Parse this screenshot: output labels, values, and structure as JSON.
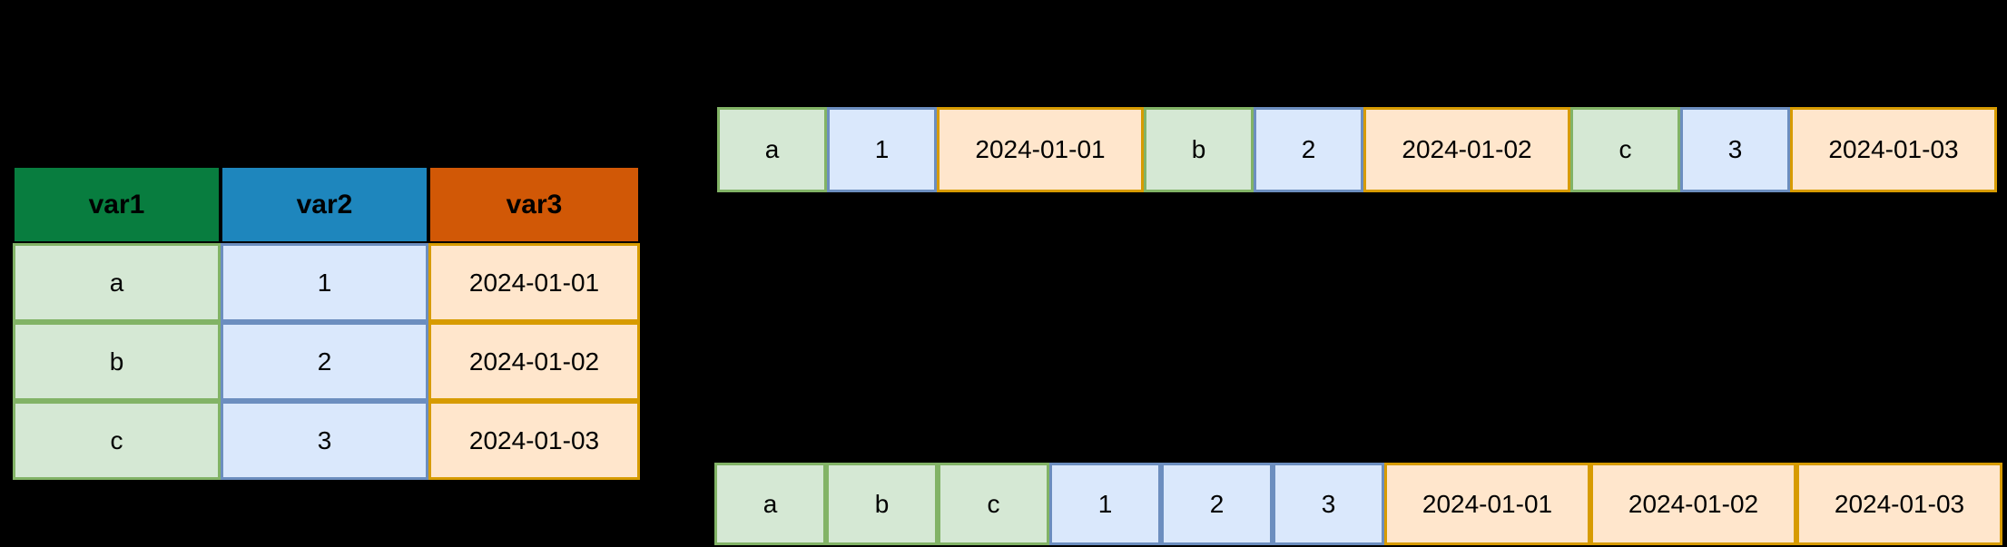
{
  "colors": {
    "background": "#000000",
    "text": "#000000",
    "header_green_fill": "#087D3F",
    "header_blue_fill": "#1E86BD",
    "header_orange_fill": "#D15806",
    "green_fill": "#D5E8D4",
    "green_stroke": "#82B366",
    "blue_fill": "#DAE8FC",
    "blue_stroke": "#6C8EBF",
    "orange_fill": "#FFE6CC",
    "orange_stroke": "#D79B00"
  },
  "table": {
    "headers": [
      {
        "label": "var1",
        "kind": "var1h"
      },
      {
        "label": "var2",
        "kind": "var2h"
      },
      {
        "label": "var3",
        "kind": "var3h"
      }
    ],
    "rows": [
      [
        {
          "text": "a",
          "kind": "var1"
        },
        {
          "text": "1",
          "kind": "var2"
        },
        {
          "text": "2024-01-01",
          "kind": "var3"
        }
      ],
      [
        {
          "text": "b",
          "kind": "var1"
        },
        {
          "text": "2",
          "kind": "var2"
        },
        {
          "text": "2024-01-02",
          "kind": "var3"
        }
      ],
      [
        {
          "text": "c",
          "kind": "var1"
        },
        {
          "text": "3",
          "kind": "var2"
        },
        {
          "text": "2024-01-03",
          "kind": "var3"
        }
      ]
    ]
  },
  "strips": {
    "row_oriented": {
      "cells": [
        {
          "text": "a",
          "kind": "var1",
          "wide": false
        },
        {
          "text": "1",
          "kind": "var2",
          "wide": false
        },
        {
          "text": "2024-01-01",
          "kind": "var3",
          "wide": true
        },
        {
          "text": "b",
          "kind": "var1",
          "wide": false
        },
        {
          "text": "2",
          "kind": "var2",
          "wide": false
        },
        {
          "text": "2024-01-02",
          "kind": "var3",
          "wide": true
        },
        {
          "text": "c",
          "kind": "var1",
          "wide": false
        },
        {
          "text": "3",
          "kind": "var2",
          "wide": false
        },
        {
          "text": "2024-01-03",
          "kind": "var3",
          "wide": true
        }
      ]
    },
    "column_oriented": {
      "cells": [
        {
          "text": "a",
          "kind": "var1",
          "wide": false
        },
        {
          "text": "b",
          "kind": "var1",
          "wide": false
        },
        {
          "text": "c",
          "kind": "var1",
          "wide": false
        },
        {
          "text": "1",
          "kind": "var2",
          "wide": false
        },
        {
          "text": "2",
          "kind": "var2",
          "wide": false
        },
        {
          "text": "3",
          "kind": "var2",
          "wide": false
        },
        {
          "text": "2024-01-01",
          "kind": "var3",
          "wide": true
        },
        {
          "text": "2024-01-02",
          "kind": "var3",
          "wide": true
        },
        {
          "text": "2024-01-03",
          "kind": "var3",
          "wide": true
        }
      ]
    }
  }
}
